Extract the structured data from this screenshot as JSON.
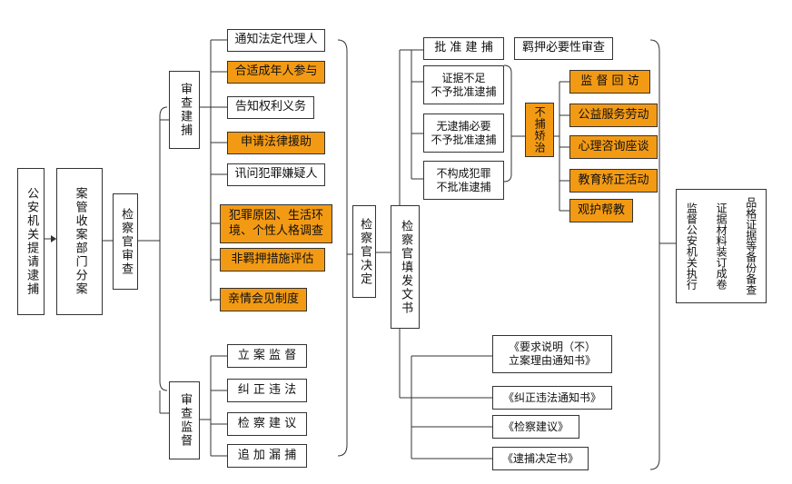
{
  "colors": {
    "highlight": "#f39a14",
    "border": "#333333",
    "background": "#ffffff"
  },
  "nodes": {
    "public_security_request": "公安机关提请逮捕",
    "case_management_assign": "案管收案部门分案",
    "prosecutor_review": "检察官审查",
    "review_arrest": "审查建捕",
    "review_supervision": "审查监督",
    "prosecutor_decision": "检察官决定",
    "prosecutor_documents": "检察官填发文书",
    "no_arrest_correction": "不捕矫治",
    "supervise_execution": "监督公安机关执行",
    "evidence_bound": "证据材料装订成卷",
    "quality_evidence": "品格证据等备份备查"
  },
  "review_items": [
    {
      "label": "通知法定代理人",
      "highlight": false
    },
    {
      "label": "合适成年人参与",
      "highlight": true
    },
    {
      "label": "告知权利义务",
      "highlight": false
    },
    {
      "label": "申请法律援助",
      "highlight": true
    },
    {
      "label": "讯问犯罪嫌疑人",
      "highlight": false
    },
    {
      "label": "犯罪原因、生活环境、个性人格调查",
      "highlight": true
    },
    {
      "label": "非羁押措施评估",
      "highlight": true
    },
    {
      "label": "亲情会见制度",
      "highlight": true
    }
  ],
  "supervision_items": [
    "立 案 监 督",
    "纠 正 违 法",
    "检 察 建 议",
    "追 加 漏 捕"
  ],
  "decision_items": {
    "approve_arrest": "批 准 建 捕",
    "custody_necessity": "羁押必要性审查",
    "insufficient_evidence": "证据不足\n不予批准逮捕",
    "no_need_arrest": "无逮捕必要\n不予批准逮捕",
    "not_crime": "不构成犯罪\n不批准逮捕"
  },
  "correction_items": [
    "监 督 回 访",
    "公益服务劳动",
    "心理咨询座谈",
    "教育矫正活动",
    "观护帮教"
  ],
  "documents": [
    "《要求说明（不）\n立案理由通知书》",
    "《纠正违法通知书》",
    "《检察建议》",
    "《逮捕决定书》"
  ]
}
